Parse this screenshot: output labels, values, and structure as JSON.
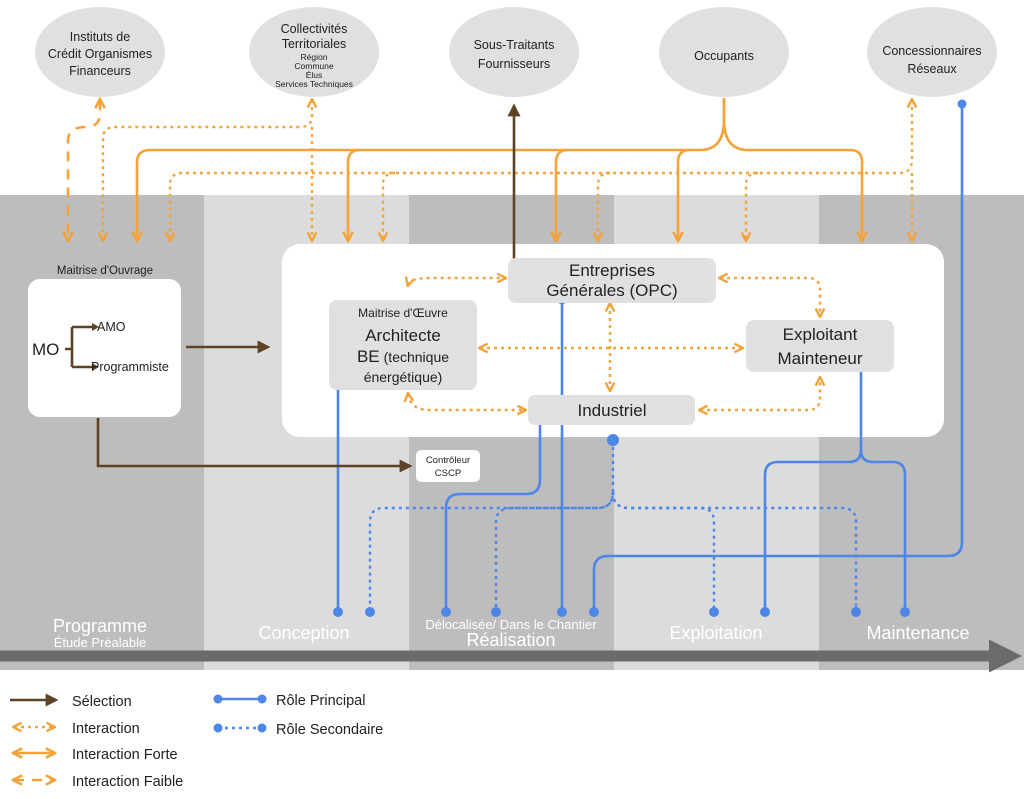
{
  "actors": {
    "instituts": [
      "Instituts de",
      "Crédit Organismes",
      "Financeurs"
    ],
    "collectivites": [
      "Collectivités",
      "Territoriales"
    ],
    "collectivites_sub": [
      "Région",
      "Commune",
      "Élus",
      "Services Techniques"
    ],
    "soustraitants": [
      "Sous-Traitants",
      "Fournisseurs"
    ],
    "occupants": "Occupants",
    "concessionnaires": [
      "Concessionnaires",
      "Réseaux"
    ]
  },
  "maitrise_ouvrage": {
    "title": "Maitrise d'Ouvrage",
    "mo": "MO",
    "amo": "AMO",
    "programmiste": "Programmiste"
  },
  "boxes": {
    "moe_title": "Maitrise d'Œuvre",
    "architecte": "Architecte",
    "be": "BE",
    "be_suffix": "(technique",
    "energetique": "énergétique)",
    "entreprises": [
      "Entreprises",
      "Générales (OPC)"
    ],
    "exploitant": [
      "Exploitant",
      "Mainteneur"
    ],
    "industriel": "Industriel",
    "controleur": [
      "Contrôleur",
      "CSCP"
    ]
  },
  "phases": {
    "programme": "Programme",
    "programme_sub": "Étude Préalable",
    "conception": "Conception",
    "delocalisee": "Délocalisée/ Dans le Chantier",
    "realisation": "Réalisation",
    "exploitation": "Exploitation",
    "maintenance": "Maintenance"
  },
  "legend": {
    "selection": "Sélection",
    "interaction": "Interaction",
    "interaction_forte": "Interaction Forte",
    "interaction_faible": "Interaction Faible",
    "role_principal": "Rôle Principal",
    "role_secondaire": "Rôle Secondaire"
  },
  "colors": {
    "selection": "#5e4226",
    "interaction": "#f2a43a",
    "role": "#4d86e6",
    "phase_dark": "#bdbdbd",
    "phase_light": "#dcdcdc",
    "actor_bubble": "#e0e0e0",
    "timeline_arrow": "#6b6b6b"
  }
}
